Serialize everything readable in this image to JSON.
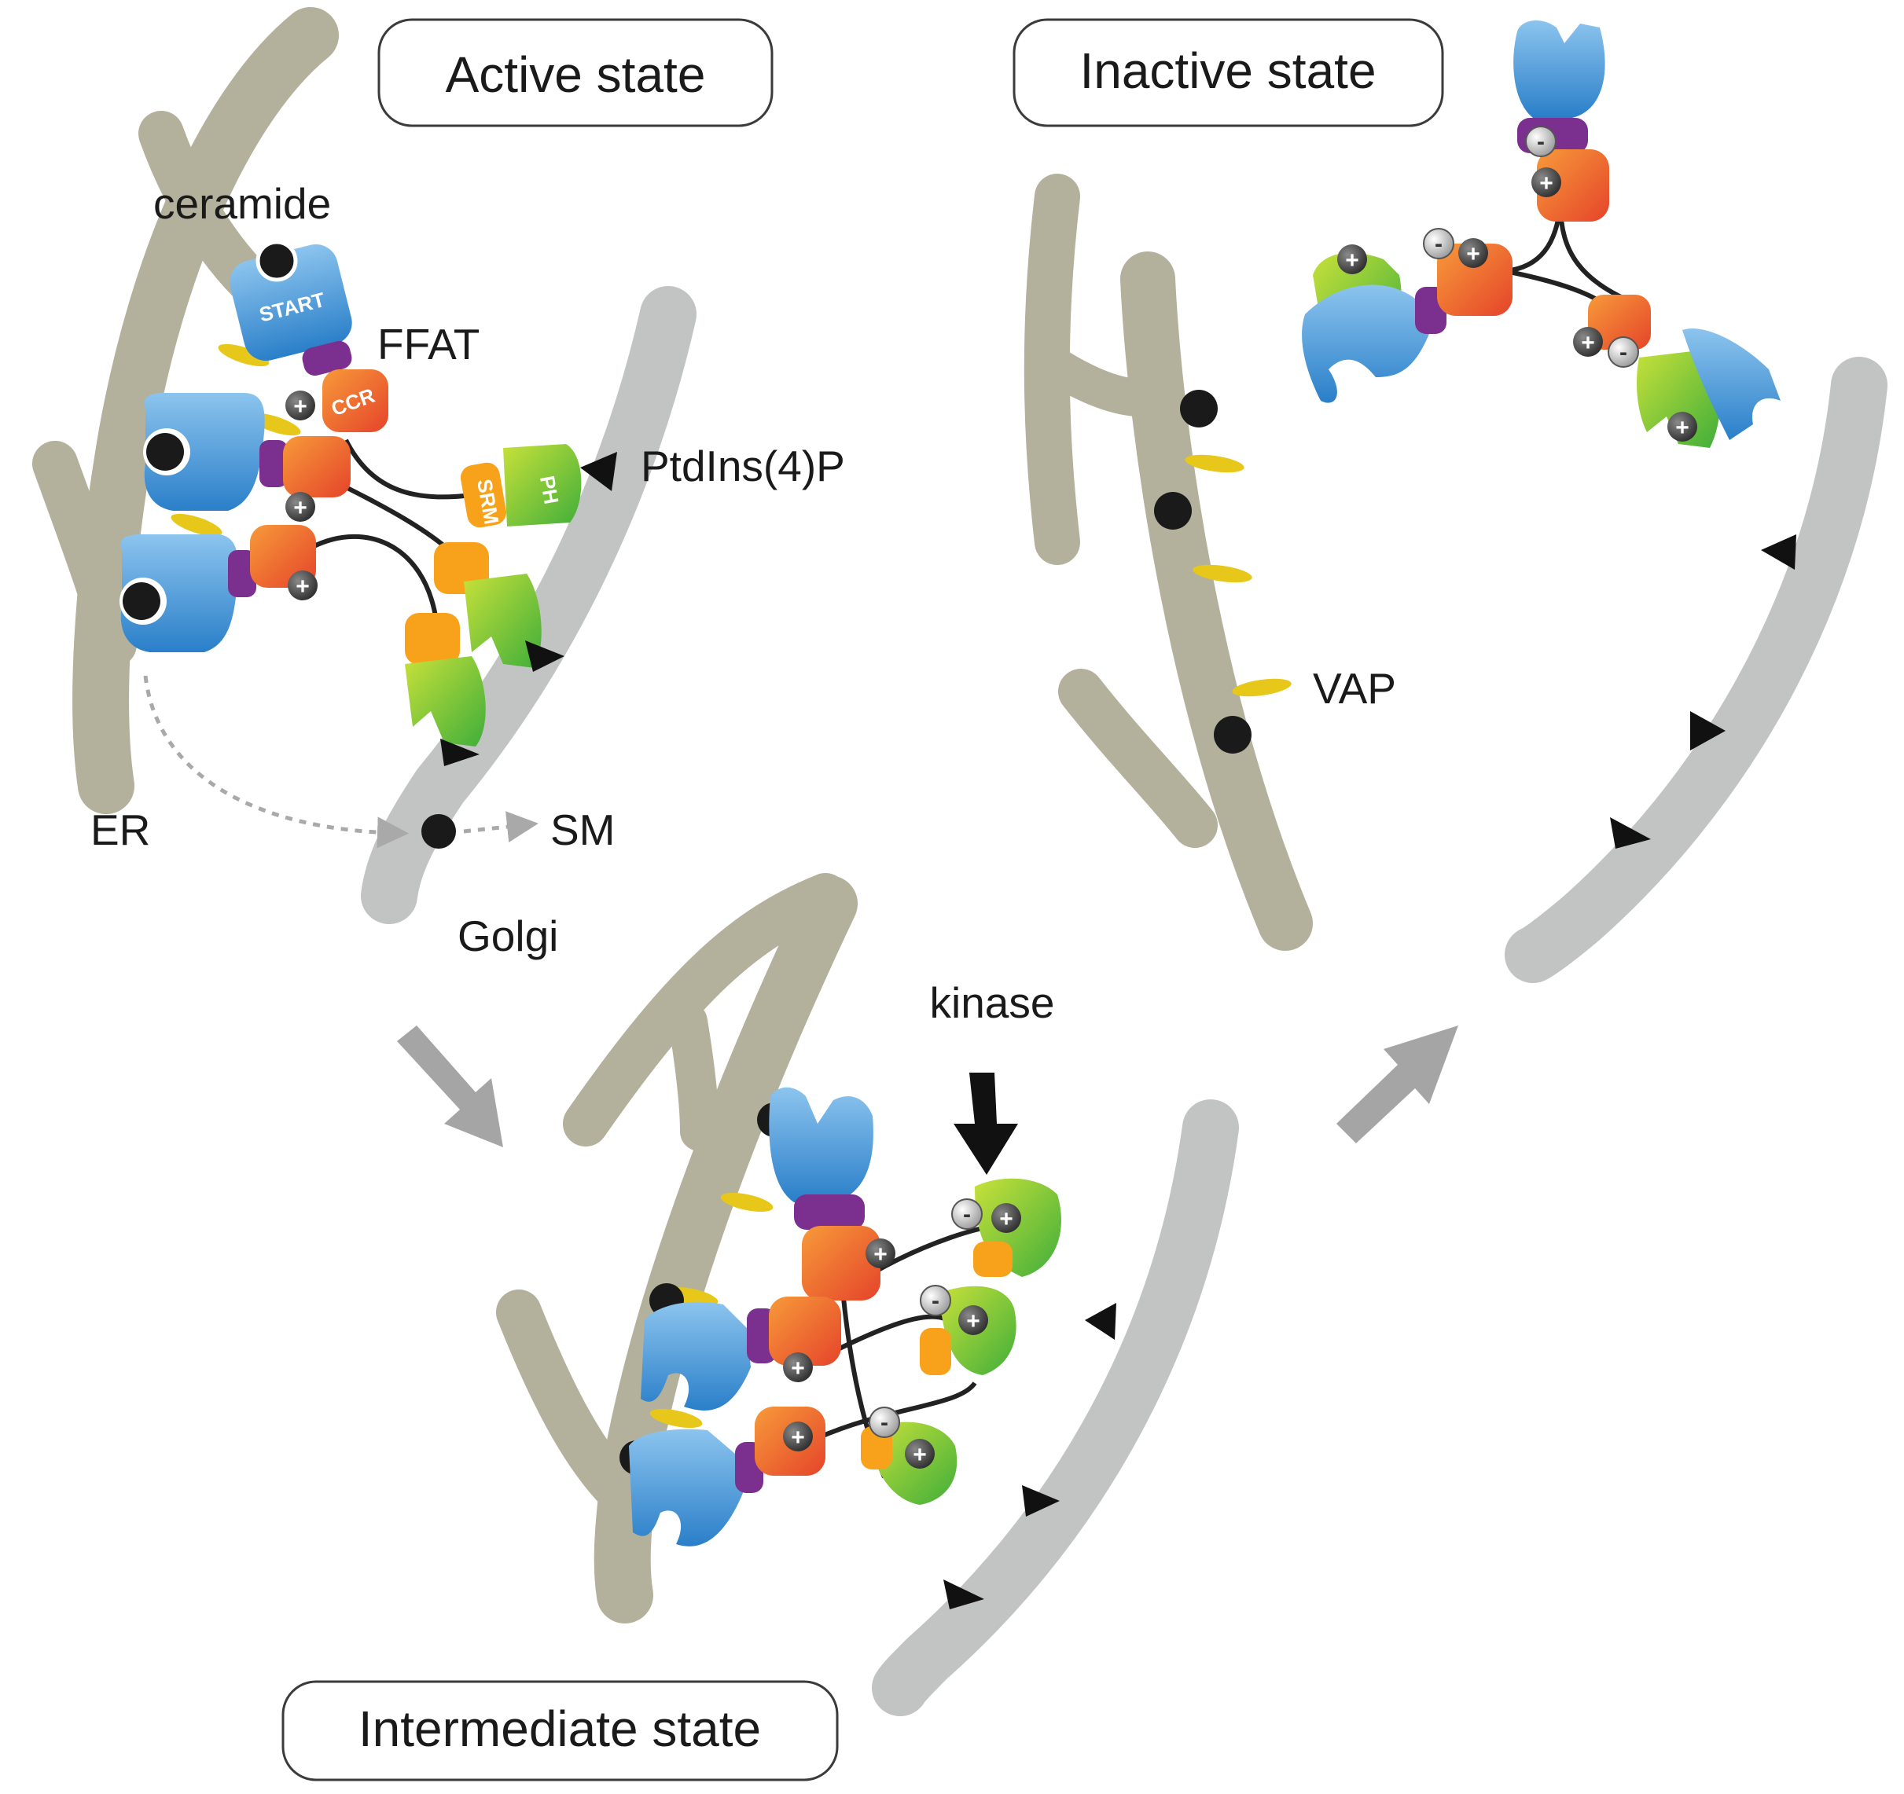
{
  "states": {
    "active": "Active state",
    "inactive": "Inactive state",
    "intermediate": "Intermediate state"
  },
  "labels": {
    "ceramide": "ceramide",
    "ffat": "FFAT",
    "ptdins4p": "PtdIns(4)P",
    "er": "ER",
    "sm": "SM",
    "golgi": "Golgi",
    "kinase": "kinase",
    "vap": "VAP"
  },
  "domains": {
    "start": "START",
    "ccr": "CCR",
    "srm": "SRM",
    "ph": "PH"
  },
  "signs": {
    "plus": "+",
    "minus": "-"
  },
  "colors": {
    "er": "#b3b09c",
    "golgi": "#c2c3c3",
    "start_domain": "#3b8fd6",
    "ccr_domain": "#ee5a2c",
    "srm_domain": "#f7a21a",
    "ph_domain": "#8fcc2c",
    "ffat_motif": "#7b2f8f",
    "vap": "#e7c81a",
    "lipid": "#1a1a1a",
    "flow_arrow": "#a5a5a5",
    "kinase_arrow": "#111111"
  }
}
